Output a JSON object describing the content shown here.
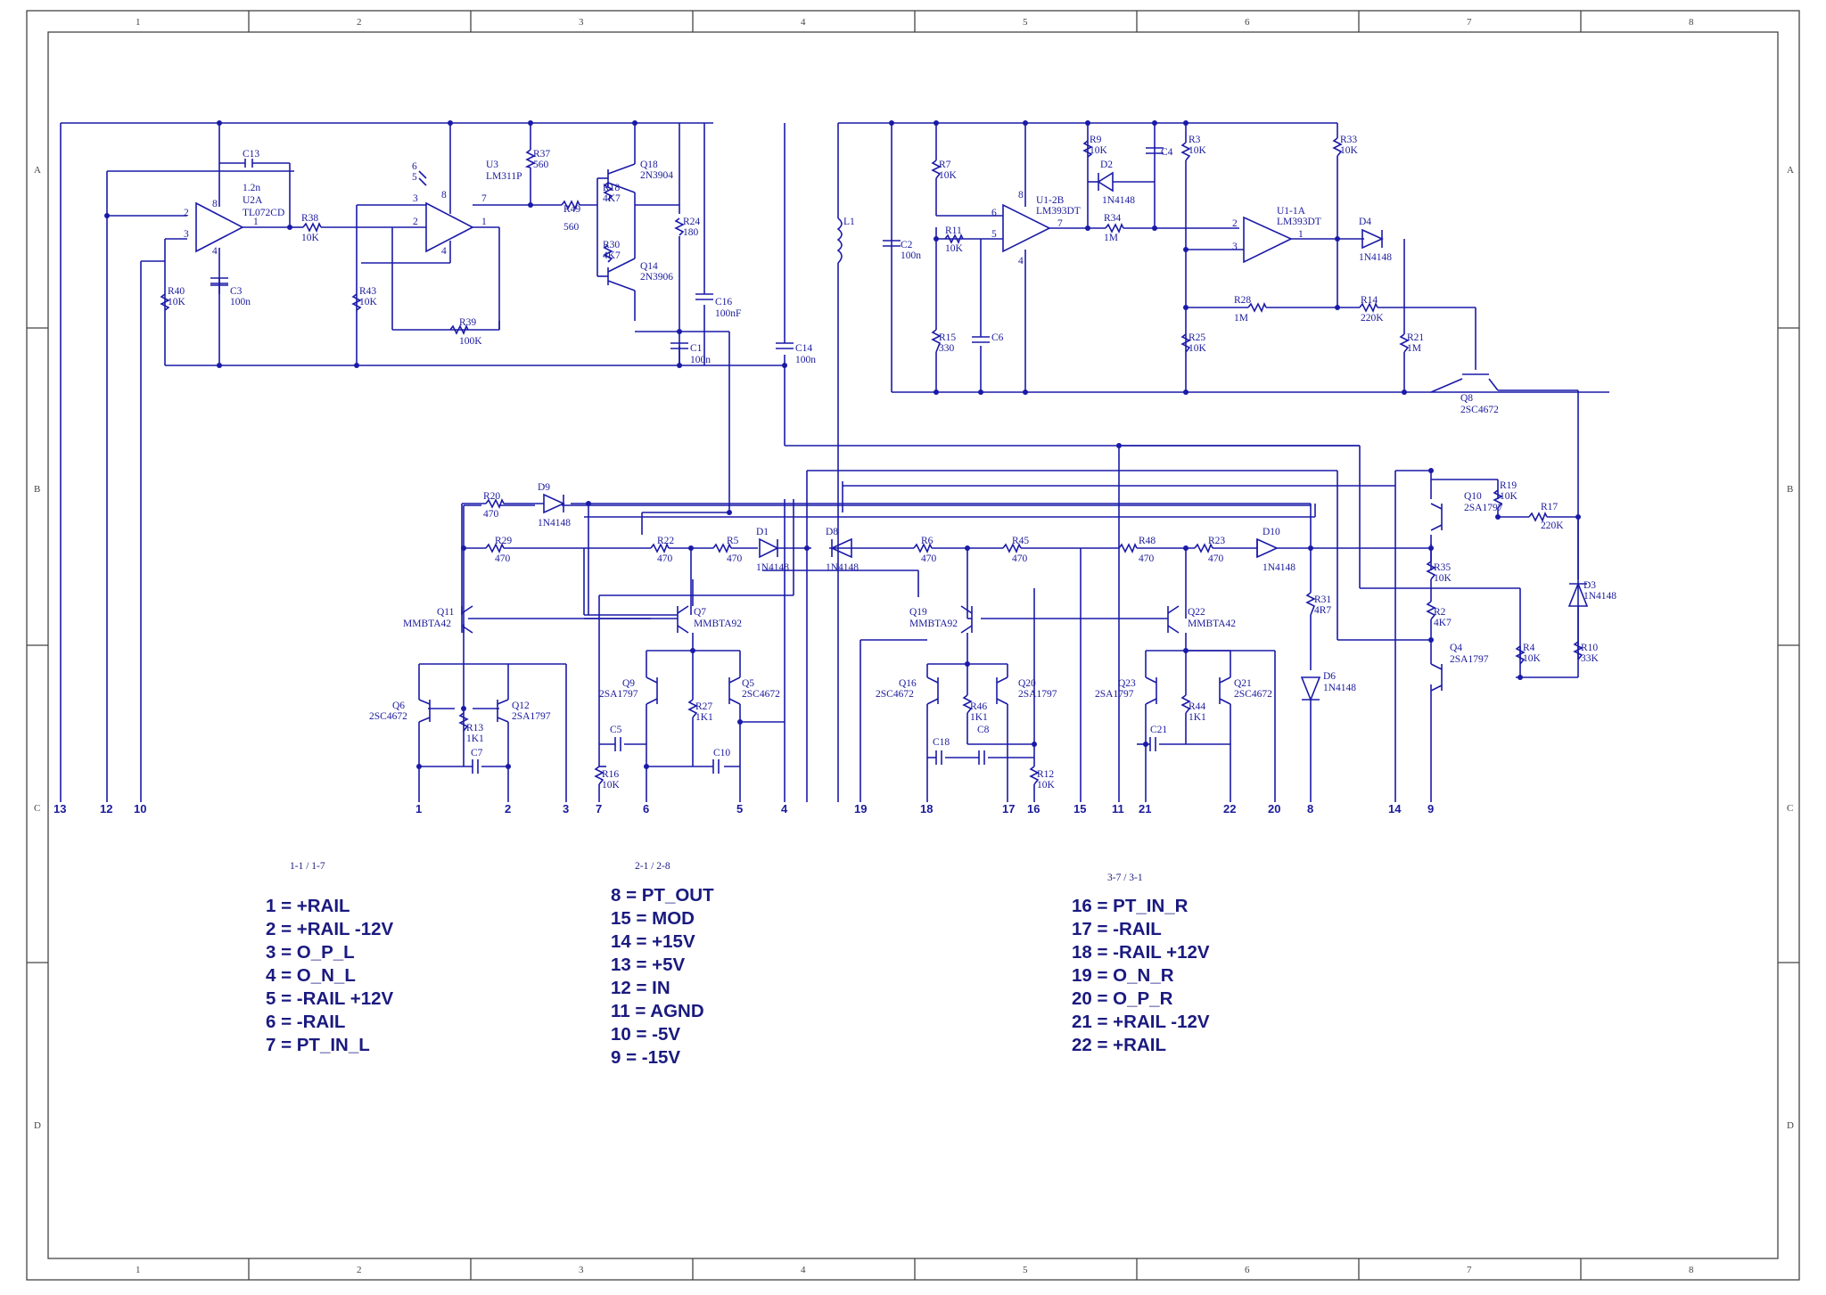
{
  "sheet": {
    "zone_columns": [
      "1",
      "2",
      "3",
      "4",
      "5",
      "6",
      "7",
      "8"
    ],
    "zone_rows": [
      "A",
      "B",
      "C",
      "D"
    ],
    "border_color": "#444444",
    "wire_color": "#1a1aa8"
  },
  "components": {
    "C13": {
      "ref": "C13",
      "value": "1.2n"
    },
    "U2A": {
      "ref": "U2A",
      "value": "TL072CD",
      "pins": [
        "2",
        "3",
        "8",
        "4",
        "1"
      ]
    },
    "R38": {
      "ref": "R38",
      "value": "10K"
    },
    "R40": {
      "ref": "R40",
      "value": "10K"
    },
    "C3": {
      "ref": "C3",
      "value": "100n"
    },
    "U3": {
      "ref": "U3",
      "value": "LM311P",
      "pins": [
        "6",
        "5",
        "3",
        "2",
        "7",
        "1",
        "8",
        "4"
      ]
    },
    "R43": {
      "ref": "R43",
      "value": "10K"
    },
    "R39": {
      "ref": "R39",
      "value": "100K"
    },
    "R37": {
      "ref": "R37",
      "value": "560"
    },
    "R49": {
      "ref": "R49",
      "value": "560"
    },
    "Q18": {
      "ref": "Q18",
      "value": "2N3904"
    },
    "R18": {
      "ref": "R18",
      "value": "4K7"
    },
    "R30": {
      "ref": "R30",
      "value": "4K7"
    },
    "Q14": {
      "ref": "Q14",
      "value": "2N3906"
    },
    "R24": {
      "ref": "R24",
      "value": "180"
    },
    "C16": {
      "ref": "C16",
      "value": "100nF"
    },
    "C1": {
      "ref": "C1",
      "value": "100n"
    },
    "C14": {
      "ref": "C14",
      "value": "100n"
    },
    "L1": {
      "ref": "L1",
      "value": ""
    },
    "C2": {
      "ref": "C2",
      "value": "100n"
    },
    "R7": {
      "ref": "R7",
      "value": "10K"
    },
    "R11": {
      "ref": "R11",
      "value": "10K"
    },
    "R15": {
      "ref": "R15",
      "value": "330"
    },
    "C6": {
      "ref": "C6",
      "value": ""
    },
    "U1B": {
      "ref": "U1-2B",
      "value": "LM393DT",
      "pins": [
        "6",
        "5",
        "7",
        "8",
        "4"
      ]
    },
    "R9": {
      "ref": "R9",
      "value": "10K"
    },
    "D2": {
      "ref": "D2",
      "value": "1N4148"
    },
    "C4": {
      "ref": "C4",
      "value": ""
    },
    "R34": {
      "ref": "R34",
      "value": "1M"
    },
    "R3": {
      "ref": "R3",
      "value": "10K"
    },
    "U1A": {
      "ref": "U1-1A",
      "value": "LM393DT",
      "pins": [
        "2",
        "3",
        "1"
      ]
    },
    "R33": {
      "ref": "R33",
      "value": "10K"
    },
    "D4": {
      "ref": "D4",
      "value": "1N4148"
    },
    "R28": {
      "ref": "R28",
      "value": "1M"
    },
    "R14": {
      "ref": "R14",
      "value": "220K"
    },
    "R25": {
      "ref": "R25",
      "value": "10K"
    },
    "R21": {
      "ref": "R21",
      "value": "1M"
    },
    "Q8": {
      "ref": "Q8",
      "value": "2SC4672"
    },
    "R20": {
      "ref": "R20",
      "value": "470"
    },
    "D9": {
      "ref": "D9",
      "value": "1N4148"
    },
    "R29": {
      "ref": "R29",
      "value": "470"
    },
    "R22": {
      "ref": "R22",
      "value": "470"
    },
    "R5": {
      "ref": "R5",
      "value": "470"
    },
    "D1": {
      "ref": "D1",
      "value": "1N4148"
    },
    "D8": {
      "ref": "D8",
      "value": "1N4148"
    },
    "R6": {
      "ref": "R6",
      "value": "470"
    },
    "R45": {
      "ref": "R45",
      "value": "470"
    },
    "R48": {
      "ref": "R48",
      "value": "470"
    },
    "R23": {
      "ref": "R23",
      "value": "470"
    },
    "D10": {
      "ref": "D10",
      "value": "1N4148"
    },
    "R31": {
      "ref": "R31",
      "value": "4R7"
    },
    "D6": {
      "ref": "D6",
      "value": "1N4148"
    },
    "Q11": {
      "ref": "Q11",
      "value": "MMBTA42"
    },
    "Q7": {
      "ref": "Q7",
      "value": "MMBTA92"
    },
    "Q19": {
      "ref": "Q19",
      "value": "MMBTA92"
    },
    "Q22": {
      "ref": "Q22",
      "value": "MMBTA42"
    },
    "Q6": {
      "ref": "Q6",
      "value": "2SC4672"
    },
    "Q12": {
      "ref": "Q12",
      "value": "2SA1797"
    },
    "R13": {
      "ref": "R13",
      "value": "1K1"
    },
    "C7": {
      "ref": "C7",
      "value": ""
    },
    "Q9": {
      "ref": "Q9",
      "value": "2SA1797"
    },
    "Q5": {
      "ref": "Q5",
      "value": "2SC4672"
    },
    "R27": {
      "ref": "R27",
      "value": "1K1"
    },
    "C5": {
      "ref": "C5",
      "value": ""
    },
    "C10": {
      "ref": "C10",
      "value": ""
    },
    "R16": {
      "ref": "R16",
      "value": "10K"
    },
    "Q16": {
      "ref": "Q16",
      "value": "2SC4672"
    },
    "Q20": {
      "ref": "Q20",
      "value": "2SA1797"
    },
    "R46": {
      "ref": "R46",
      "value": "1K1"
    },
    "C18": {
      "ref": "C18",
      "value": ""
    },
    "C8": {
      "ref": "C8",
      "value": ""
    },
    "R12": {
      "ref": "R12",
      "value": "10K"
    },
    "Q23": {
      "ref": "Q23",
      "value": "2SA1797"
    },
    "Q21": {
      "ref": "Q21",
      "value": "2SC4672"
    },
    "R44": {
      "ref": "R44",
      "value": "1K1"
    },
    "C21": {
      "ref": "C21",
      "value": ""
    },
    "Q10": {
      "ref": "Q10",
      "value": "2SA1797"
    },
    "R19": {
      "ref": "R19",
      "value": "10K"
    },
    "R17": {
      "ref": "R17",
      "value": "220K"
    },
    "R35": {
      "ref": "R35",
      "value": "10K"
    },
    "R2": {
      "ref": "R2",
      "value": "4K7"
    },
    "Q4": {
      "ref": "Q4",
      "value": "2SA1797"
    },
    "R4": {
      "ref": "R4",
      "value": "10K"
    },
    "D3": {
      "ref": "D3",
      "value": "1N4148"
    },
    "R10": {
      "ref": "R10",
      "value": "33K"
    }
  },
  "connectors": [
    "13",
    "12",
    "10",
    "1",
    "2",
    "3",
    "7",
    "6",
    "5",
    "4",
    "19",
    "18",
    "17",
    "16",
    "15",
    "11",
    "21",
    "22",
    "20",
    "8",
    "14",
    "9"
  ],
  "legend": {
    "col1": {
      "header": "1-1 / 1-7",
      "items": [
        "1 = +RAIL",
        "2 = +RAIL -12V",
        "3 = O_P_L",
        "4 = O_N_L",
        "5 = -RAIL +12V",
        "6 = -RAIL",
        "7 = PT_IN_L"
      ]
    },
    "col2": {
      "header": "2-1 / 2-8",
      "items": [
        "8 = PT_OUT",
        "15 = MOD",
        "14 = +15V",
        "13 = +5V",
        "12 = IN",
        "11 = AGND",
        "10 = -5V",
        "9 = -15V"
      ]
    },
    "col3": {
      "header": "3-7 / 3-1",
      "items": [
        "16 = PT_IN_R",
        "17 = -RAIL",
        "18 = -RAIL +12V",
        "19 = O_N_R",
        "20 = O_P_R",
        "21 = +RAIL -12V",
        "22 = +RAIL"
      ]
    }
  }
}
